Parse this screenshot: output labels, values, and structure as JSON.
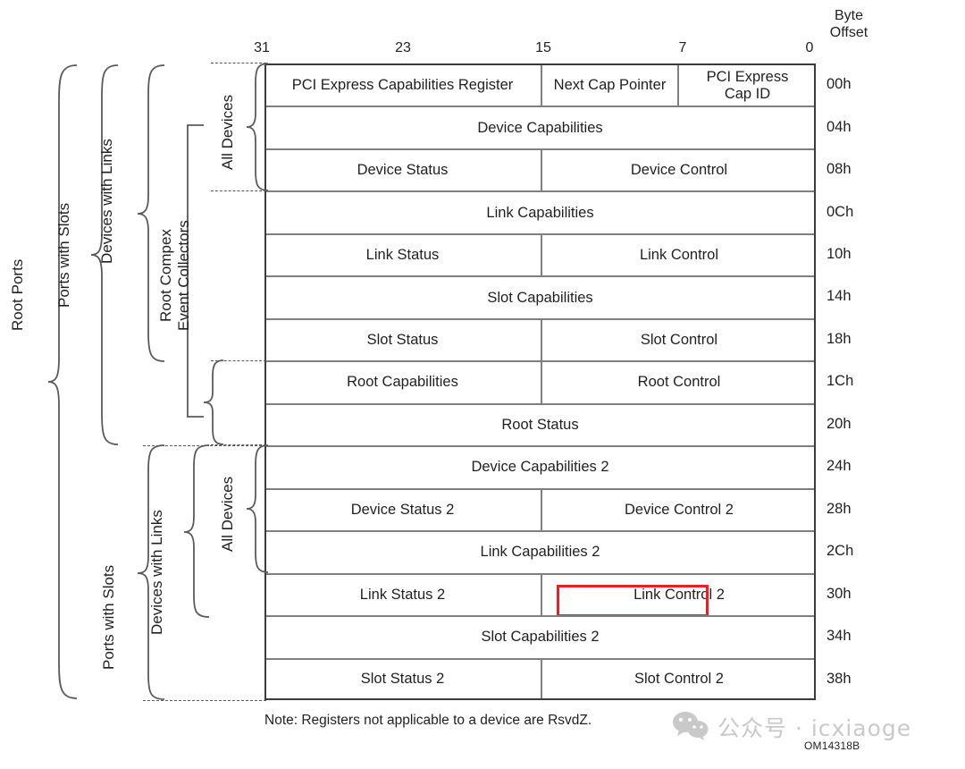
{
  "header": {
    "byte_offset_label": "Byte\nOffset",
    "bit_labels": [
      "31",
      "23",
      "15",
      "7",
      "0"
    ]
  },
  "table": {
    "rows": [
      {
        "offset": "00h",
        "cells": [
          {
            "label": "PCI Express Capabilities Register",
            "span": "a"
          },
          {
            "label": "Next Cap Pointer",
            "span": "b"
          },
          {
            "label": "PCI Express\nCap ID",
            "span": "c"
          }
        ]
      },
      {
        "offset": "04h",
        "cells": [
          {
            "label": "Device Capabilities",
            "span": "full"
          }
        ]
      },
      {
        "offset": "08h",
        "cells": [
          {
            "label": "Device Status",
            "span": "half-l"
          },
          {
            "label": "Device Control",
            "span": "half-r"
          }
        ]
      },
      {
        "offset": "0Ch",
        "cells": [
          {
            "label": "Link Capabilities",
            "span": "full"
          }
        ]
      },
      {
        "offset": "10h",
        "cells": [
          {
            "label": "Link Status",
            "span": "half-l"
          },
          {
            "label": "Link Control",
            "span": "half-r"
          }
        ]
      },
      {
        "offset": "14h",
        "cells": [
          {
            "label": "Slot Capabilities",
            "span": "full"
          }
        ]
      },
      {
        "offset": "18h",
        "cells": [
          {
            "label": "Slot Status",
            "span": "half-l"
          },
          {
            "label": "Slot Control",
            "span": "half-r"
          }
        ]
      },
      {
        "offset": "1Ch",
        "cells": [
          {
            "label": "Root Capabilities",
            "span": "half-l"
          },
          {
            "label": "Root Control",
            "span": "half-r"
          }
        ]
      },
      {
        "offset": "20h",
        "cells": [
          {
            "label": "Root Status",
            "span": "full"
          }
        ]
      },
      {
        "offset": "24h",
        "cells": [
          {
            "label": "Device Capabilities 2",
            "span": "full"
          }
        ]
      },
      {
        "offset": "28h",
        "cells": [
          {
            "label": "Device Status 2",
            "span": "half-l"
          },
          {
            "label": "Device Control 2",
            "span": "half-r"
          }
        ]
      },
      {
        "offset": "2Ch",
        "cells": [
          {
            "label": "Link Capabilities 2",
            "span": "full"
          }
        ]
      },
      {
        "offset": "30h",
        "cells": [
          {
            "label": "Link Status 2",
            "span": "half-l"
          },
          {
            "label": "Link Control 2",
            "span": "half-r",
            "highlighted": true
          }
        ]
      },
      {
        "offset": "34h",
        "cells": [
          {
            "label": "Slot Capabilities 2",
            "span": "full"
          }
        ]
      },
      {
        "offset": "38h",
        "cells": [
          {
            "label": "Slot Status 2",
            "span": "half-l"
          },
          {
            "label": "Slot Control 2",
            "span": "half-r"
          }
        ]
      }
    ]
  },
  "annotations": {
    "root_ports": "Root Ports",
    "ports_with_slots_top": "Ports with Slots",
    "devices_with_links_top": "Devices with Links",
    "all_devices_top": "All Devices",
    "root_complex_event_collectors": "Root Compex\nEvent Collectors",
    "ports_with_slots_bottom": "Ports with Slots",
    "devices_with_links_bottom": "Devices with Links",
    "all_devices_bottom": "All Devices"
  },
  "footer": {
    "note": "Note:  Registers not applicable to a device are RsvdZ.",
    "figure_ref": "OM14318B",
    "watermark_text": "公众号 · icxiaoge"
  },
  "colors": {
    "highlight": "#ee1c25",
    "table_border": "#3b3b3b",
    "row_divider": "#7f7f7f",
    "text": "#231f20",
    "watermark": "#c9c9c9"
  }
}
